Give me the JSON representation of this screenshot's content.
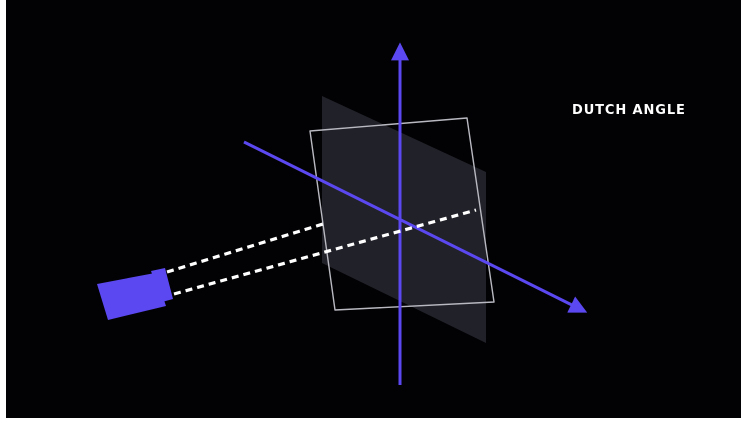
{
  "diagram": {
    "title": "DUTCH ANGLE",
    "colors": {
      "background": "#020204",
      "accent": "#5b48f0",
      "frame_stroke": "#b9b9c2",
      "plane_fill": "#26252f",
      "sight_lines": "#ffffff",
      "title_text": "#ffffff"
    },
    "elements": {
      "camera": "camera-body",
      "vertical_axis": "vertical-axis-arrow",
      "diagonal_axis": "tilted-horizontal-axis-arrow",
      "image_plane": "image-plane",
      "tilted_frame": "tilted-frame",
      "sight_lines": "dashed-sight-lines"
    }
  }
}
